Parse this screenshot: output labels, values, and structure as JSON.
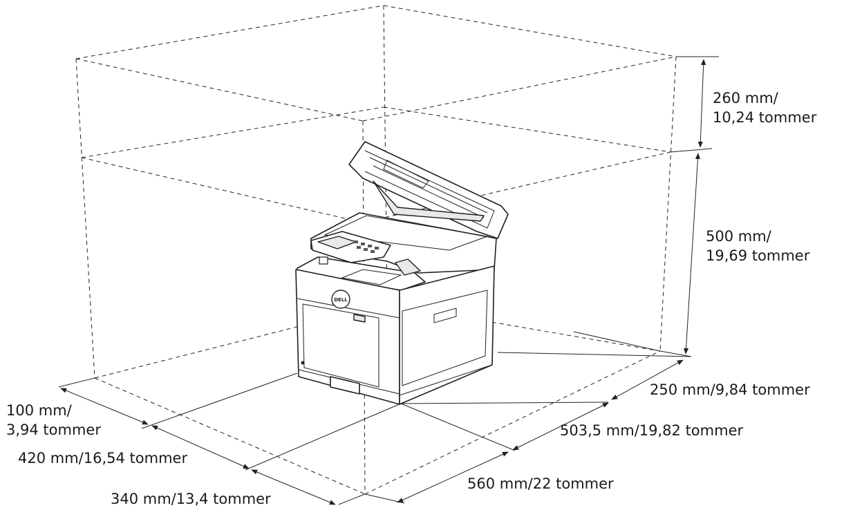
{
  "labels": {
    "top_clearance": "260 mm/\n10,24 tommer",
    "height": "500 mm/\n19,69 tommer",
    "right_clearance": "250 mm/9,84 tommer",
    "depth": "503,5 mm/19,82 tommer",
    "rear_clearance": "560 mm/22 tommer",
    "back_clearance": "100 mm/\n3,94 tommer",
    "width": "420 mm/16,54 tommer",
    "left_clearance": "340 mm/13,4 tommer"
  },
  "logo": "DELL"
}
